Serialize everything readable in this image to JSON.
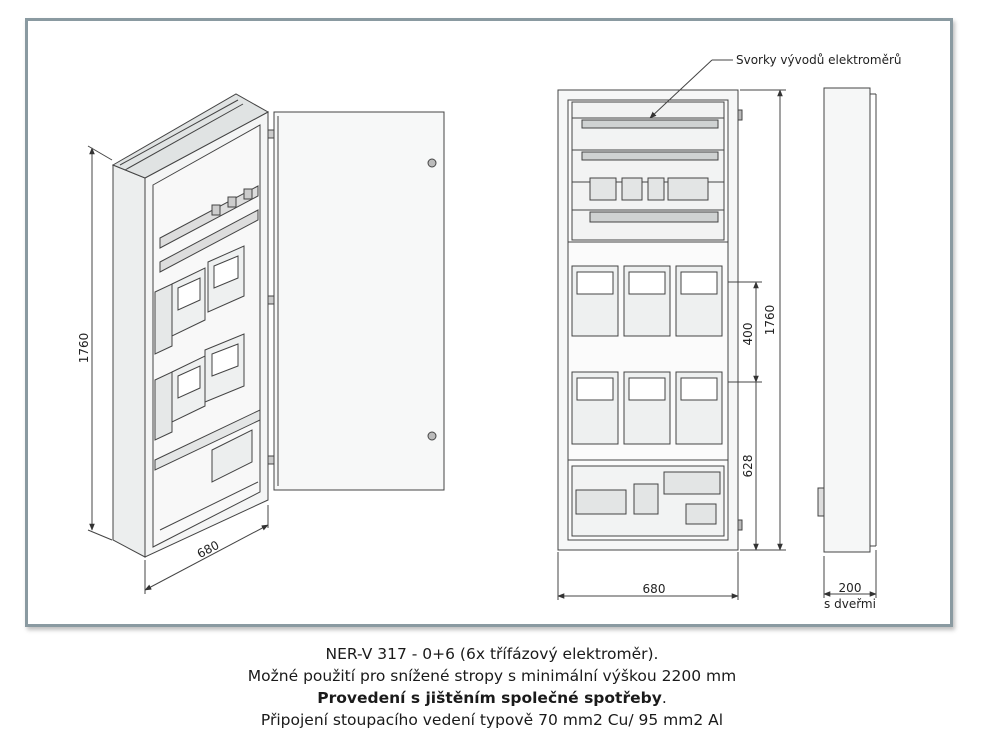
{
  "labels": {
    "terminals_callout": "Svorky vývodů elektroměrů",
    "iso_height": "1760",
    "iso_width": "680",
    "front_height": "1760",
    "front_dim_400": "400",
    "front_dim_628": "628",
    "front_width": "680",
    "side_depth": "200",
    "side_depth_note": "s dveřmi"
  },
  "caption": {
    "line1": "NER-V 317 - 0+6 (6x třífázový elektroměr).",
    "line2": "Možné použití pro snížené stropy s minimální výškou 2200 mm",
    "line3_bold": "Provedení s jištěním společné spotřeby",
    "line3_tail": ".",
    "line4": "Připojení stoupacího vedení typově 70 mm2 Cu/ 95 mm2 Al"
  }
}
